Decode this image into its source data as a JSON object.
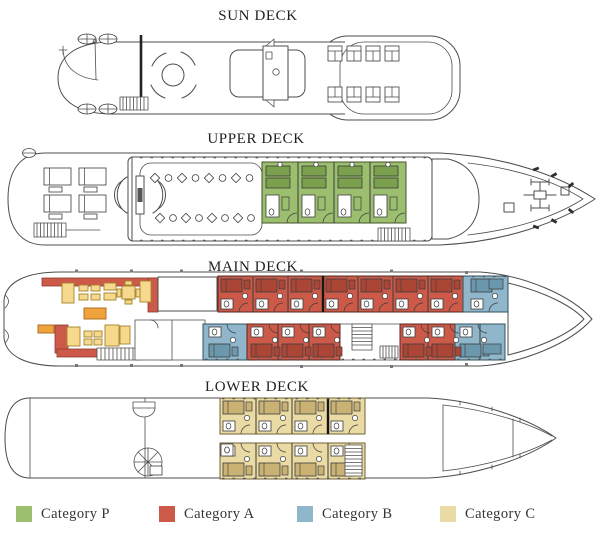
{
  "decks": [
    {
      "id": "sun-deck",
      "title": "SUN DECK"
    },
    {
      "id": "upper-deck",
      "title": "UPPER DECK"
    },
    {
      "id": "main-deck",
      "title": "MAIN DECK"
    },
    {
      "id": "lower-deck",
      "title": "LOWER DECK"
    }
  ],
  "legend": [
    {
      "label": "Category P",
      "color": "#9cbe6f"
    },
    {
      "label": "Category A",
      "color": "#cd5a49"
    },
    {
      "label": "Category B",
      "color": "#8fb6ca"
    },
    {
      "label": "Category C",
      "color": "#eadaa4"
    }
  ],
  "colors": {
    "background": "#ffffff",
    "text": "#1f1f1f",
    "outline": "#4d4d4d",
    "cat_p": "#9cbe6f",
    "bed_p": "#7aa04e",
    "cat_a": "#cd5a49",
    "bed_a": "#ab4636",
    "cat_b": "#8fb6ca",
    "bed_b": "#6b98ad",
    "cat_c": "#eadaa4",
    "bed_c": "#c9b273",
    "furniture_yellow": "#f6d98c",
    "furniture_orange": "#f0a23c"
  }
}
